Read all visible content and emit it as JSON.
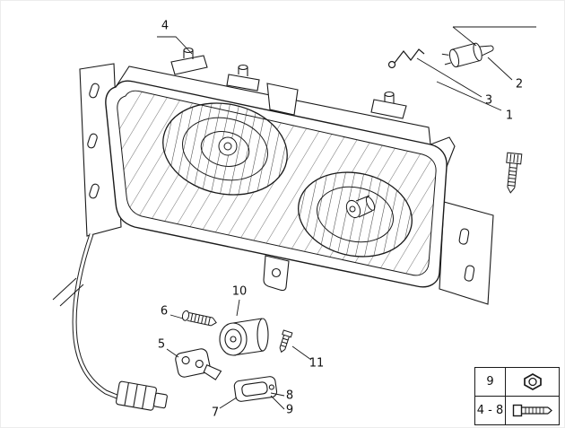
{
  "diagram": {
    "line_color": "#1a1a1a",
    "background_color": "#ffffff",
    "callouts": [
      {
        "part": 1,
        "label": "1"
      },
      {
        "part": 2,
        "label": "2"
      },
      {
        "part": 3,
        "label": "3"
      },
      {
        "part": 4,
        "label": "4"
      },
      {
        "part": 5,
        "label": "5"
      },
      {
        "part": 6,
        "label": "6"
      },
      {
        "part": 7,
        "label": "7"
      },
      {
        "part": 8,
        "label": "8"
      },
      {
        "part": 9,
        "label": "9"
      },
      {
        "part": 10,
        "label": "10"
      },
      {
        "part": 11,
        "label": "11"
      }
    ],
    "legend": {
      "rows": [
        {
          "label": "9",
          "icon": "hex-nut-icon"
        },
        {
          "label": "4 - 8",
          "icon": "bolt-icon"
        }
      ]
    }
  }
}
